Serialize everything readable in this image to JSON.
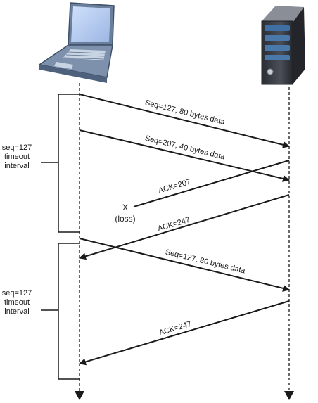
{
  "nodes": {
    "client": {
      "icon": "laptop-icon"
    },
    "server": {
      "icon": "server-icon"
    }
  },
  "messages": [
    {
      "id": "msg-1",
      "label": "Seq=127, 80 bytes data",
      "direction": "client-to-server"
    },
    {
      "id": "msg-2",
      "label": "Seq=207, 40 bytes data",
      "direction": "client-to-server"
    },
    {
      "id": "msg-3",
      "label": "ACK=207",
      "direction": "server-to-client",
      "lost": true
    },
    {
      "id": "msg-4",
      "label": "ACK=247",
      "direction": "server-to-client"
    },
    {
      "id": "msg-5",
      "label": "Seq=127, 80 bytes data",
      "direction": "client-to-server"
    },
    {
      "id": "msg-6",
      "label": "ACK=247",
      "direction": "server-to-client"
    }
  ],
  "loss": {
    "mark": "X",
    "note": "(loss)"
  },
  "timeouts": [
    {
      "lines": [
        "seq=127",
        "timeout",
        "interval"
      ]
    },
    {
      "lines": [
        "seq=127",
        "timeout",
        "interval"
      ]
    }
  ],
  "colors": {
    "line": "#1a1a1a",
    "laptop_body": "#5a7290",
    "laptop_screen": "#b3c9ee",
    "server_body": "#3c3f46",
    "server_stripe": "#4a78a8"
  }
}
